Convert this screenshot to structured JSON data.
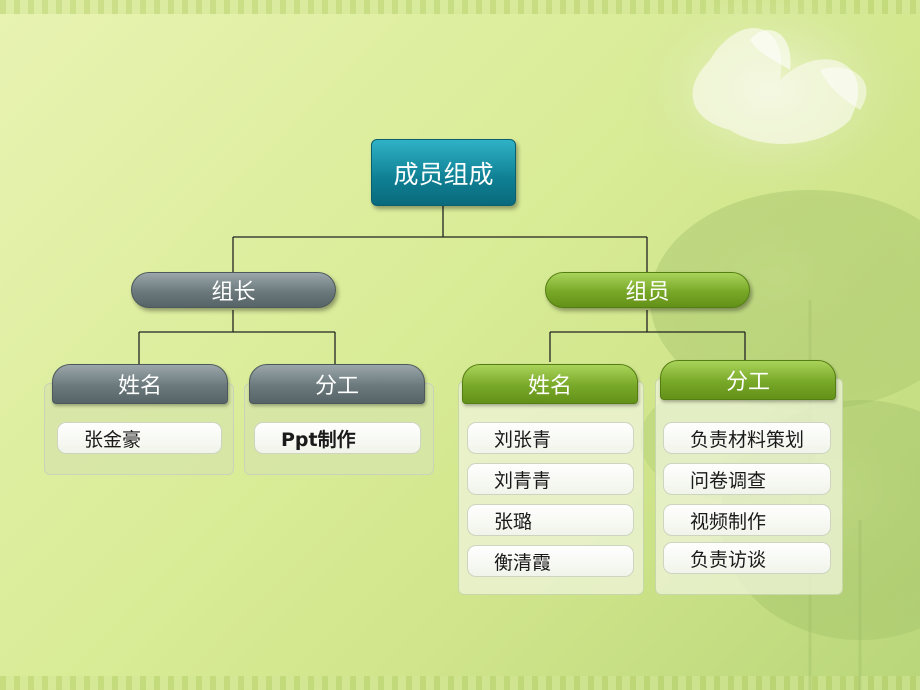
{
  "root": {
    "label": "成员组成"
  },
  "leader": {
    "label": "组长",
    "name_header": "姓名",
    "duty_header": "分工",
    "names": [
      "张金豪"
    ],
    "duties": [
      "Ppt制作"
    ]
  },
  "members": {
    "label": "组员",
    "name_header": "姓名",
    "duty_header": "分工",
    "names": [
      "刘张青",
      "刘青青",
      "张璐",
      "衡清霞"
    ],
    "duties": [
      "负责材料策划",
      "问卷调查",
      "视频制作",
      "负责访谈"
    ]
  },
  "colors": {
    "root": "#0f7f93",
    "gray_node": "#6b797d",
    "green_node": "#78a828",
    "connector": "#222222"
  },
  "background": {
    "decoration": "lotus-flower-watermark"
  }
}
